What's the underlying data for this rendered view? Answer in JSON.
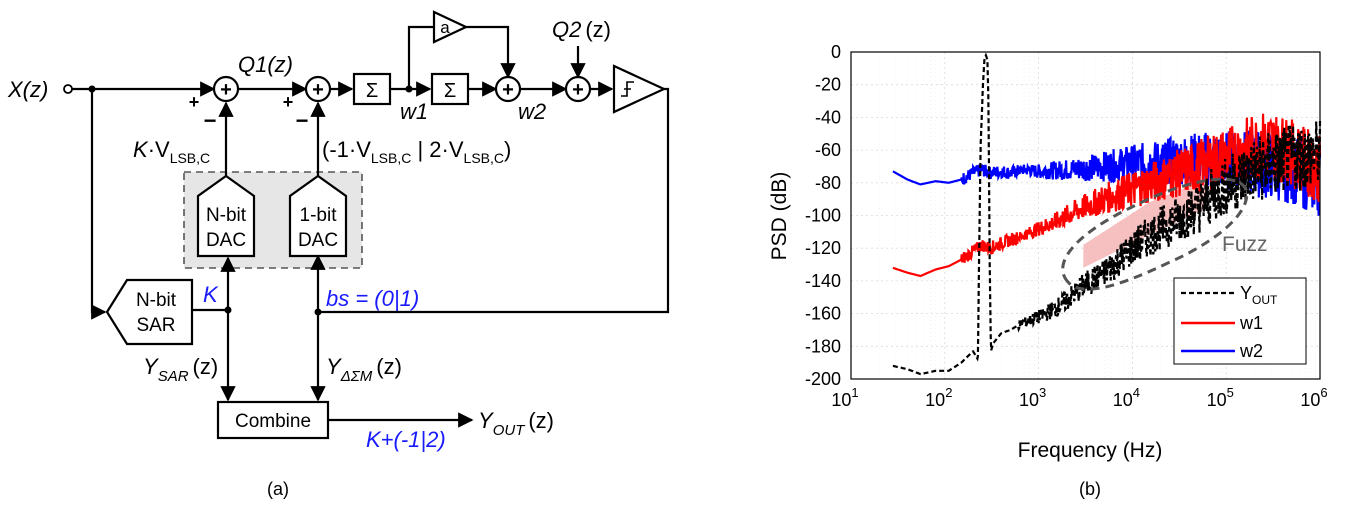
{
  "diagram": {
    "input": "X(z)",
    "q1": "Q1(z)",
    "q2": "Q2",
    "q2_arg": "(z)",
    "gain": "a",
    "integrator": "Σ",
    "w1": "w1",
    "w2": "w2",
    "sum": "+",
    "plus": "+",
    "minus": "−",
    "kvlsb_k": "K",
    "kvlsb_rest": "·V",
    "lsb_sub": "LSB,C",
    "dac_fb2_a": "(-1·V",
    "dac_fb2_b": " | 2·V",
    "dac_fb2_c": ")",
    "ndac_line1": "N-bit",
    "ndac_line2": "DAC",
    "onedac_line1": "1-bit",
    "onedac_line2": "DAC",
    "sar_line1": "N-bit",
    "sar_line2": "SAR",
    "k_label": "K",
    "bs_label": "bs = (0|1)",
    "ysar_y": "Y",
    "ysar_sub": "SAR",
    "ysar_arg": "(z)",
    "ydsm_y": "Y",
    "ydsm_sub": "ΔΣM",
    "ydsm_arg": "(z)",
    "combine": "Combine",
    "yout_y": "Y",
    "yout_sub": "OUT",
    "yout_arg": "(z)",
    "kplus": "K+(-1|2)",
    "caption": "(a)"
  },
  "chart": {
    "caption": "(b)",
    "fuzz": "Fuzz"
  },
  "chart_data": {
    "type": "line",
    "xlabel": "Frequency (Hz)",
    "ylabel": "PSD (dB)",
    "xscale": "log",
    "xlim": [
      10,
      1000000
    ],
    "ylim": [
      -200,
      0
    ],
    "xticks": [
      "10^1",
      "10^2",
      "10^3",
      "10^4",
      "10^5",
      "10^6"
    ],
    "yticks": [
      0,
      -20,
      -40,
      -60,
      -80,
      -100,
      -120,
      -140,
      -160,
      -180,
      -200
    ],
    "grid": true,
    "legend_position": "bottom-right",
    "series": [
      {
        "name": "Y_OUT",
        "color": "#000000",
        "style": "dashed",
        "x": [
          28,
          40,
          55,
          80,
          110,
          150,
          200,
          225,
          240,
          255,
          265,
          275,
          285,
          292,
          300,
          310,
          330,
          400,
          500,
          700,
          1000,
          1500,
          2000,
          3000,
          5000,
          8000,
          10000,
          20000,
          50000,
          100000,
          200000,
          500000,
          1000000
        ],
        "y": [
          -192,
          -194,
          -197,
          -195,
          -195,
          -190,
          -183,
          -188,
          -60,
          -20,
          -4,
          -2,
          -5,
          -30,
          -120,
          -183,
          -178,
          -172,
          -170,
          -165,
          -162,
          -157,
          -152,
          -143,
          -135,
          -125,
          -120,
          -108,
          -95,
          -82,
          -72,
          -65,
          -62
        ]
      },
      {
        "name": "w1",
        "color": "#ff0000",
        "style": "solid",
        "x": [
          28,
          40,
          55,
          80,
          110,
          150,
          200,
          250,
          300,
          400,
          500,
          700,
          1000,
          1500,
          2000,
          3000,
          5000,
          10000,
          20000,
          50000,
          100000,
          200000,
          300000,
          500000,
          1000000
        ],
        "y": [
          -132,
          -135,
          -137,
          -133,
          -131,
          -127,
          -122,
          -118,
          -120,
          -117,
          -115,
          -112,
          -108,
          -104,
          -100,
          -95,
          -90,
          -84,
          -78,
          -70,
          -64,
          -58,
          -56,
          -62,
          -72
        ]
      },
      {
        "name": "w2",
        "color": "#0000ff",
        "style": "solid",
        "x": [
          28,
          40,
          55,
          80,
          110,
          150,
          200,
          250,
          300,
          400,
          500,
          700,
          1000,
          2000,
          5000,
          10000,
          20000,
          50000,
          100000,
          200000,
          500000,
          1000000
        ],
        "y": [
          -73,
          -78,
          -81,
          -79,
          -80,
          -78,
          -74,
          -72,
          -74,
          -73,
          -74,
          -72,
          -73,
          -72,
          -70,
          -68,
          -67,
          -65,
          -66,
          -68,
          -72,
          -80
        ]
      }
    ]
  }
}
